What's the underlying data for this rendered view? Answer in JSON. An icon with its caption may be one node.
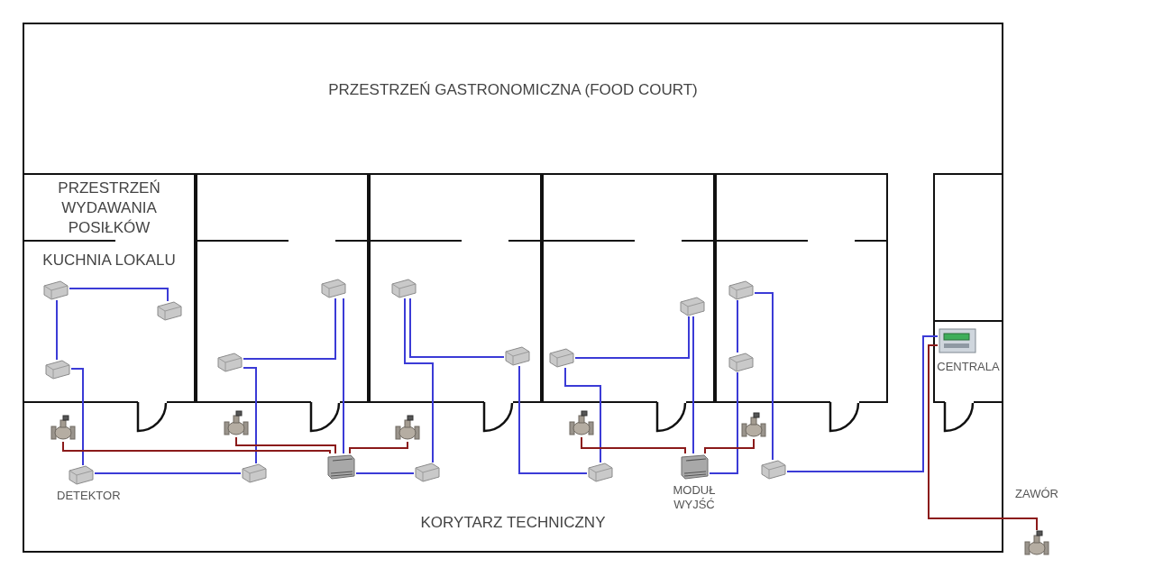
{
  "diagram": {
    "nodes": [
      {
        "text": [
          "PRZESTRZEŃ GASTRONOMICZNA (FOOD COURT)"
        ]
      },
      {
        "text": [
          "PRZESTRZEŃ WYDAWANIA POSIŁKÓW"
        ]
      },
      {
        "text": [],
        "shape": "box"
      },
      {
        "text": [],
        "shape": "box"
      },
      {
        "text": [],
        "shape": "box"
      },
      {
        "text": [],
        "shape": "box"
      },
      {
        "text": [],
        "shape": "box"
      },
      {
        "text": [
          "KUCHNIA LOKALU"
        ]
      },
      {
        "text": [],
        "shape": "picture",
        "in": 7
      },
      {
        "text": [],
        "shape": "picture",
        "in": 7
      },
      {
        "text": [],
        "shape": "picture",
        "in": 7
      },
      {
        "text": [],
        "shape": "box"
      },
      {
        "text": [],
        "shape": "picture",
        "in": 11
      },
      {
        "text": [],
        "shape": "picture",
        "in": 11
      },
      {
        "text": [],
        "shape": "box"
      },
      {
        "text": [],
        "shape": "picture",
        "in": 14
      },
      {
        "text": [],
        "shape": "picture",
        "in": 14
      },
      {
        "text": [],
        "shape": "box"
      },
      {
        "text": [],
        "shape": "picture",
        "in": 17
      },
      {
        "text": [],
        "shape": "picture",
        "in": 17
      },
      {
        "text": [],
        "shape": "box"
      },
      {
        "text": [],
        "shape": "picture",
        "in": 20
      },
      {
        "text": [],
        "shape": "picture",
        "in": 20
      },
      {
        "text": [],
        "shape": "box"
      },
      {
        "text": [],
        "shape": "picture",
        "in": 23,
        "beside": [
          "CENTRALA"
        ]
      },
      {
        "text": [
          "KORYTARZ TECHNICZNY"
        ]
      },
      {
        "text": [],
        "shape": "picture",
        "in": 25
      },
      {
        "text": [],
        "shape": "picture",
        "in": 25
      },
      {
        "text": [],
        "shape": "picture",
        "in": 25
      },
      {
        "text": [],
        "shape": "picture",
        "in": 25
      },
      {
        "text": [],
        "shape": "picture",
        "in": 25
      },
      {
        "text": [],
        "shape": "picture",
        "in": 25,
        "beside": [
          "DETEKTOR"
        ]
      },
      {
        "text": [],
        "shape": "picture",
        "in": 25
      },
      {
        "text": [],
        "shape": "picture",
        "in": 25
      },
      {
        "text": [],
        "shape": "picture",
        "in": 25
      },
      {
        "text": [],
        "shape": "picture",
        "in": 25
      },
      {
        "text": [],
        "shape": "picture",
        "in": 25,
        "beside": [
          "MODUŁ WYJŚĆ"
        ]
      },
      {
        "text": [],
        "shape": "picture",
        "in": 25
      },
      {
        "text": [],
        "shape": "picture",
        "beside": [
          "ZAWÓR"
        ]
      }
    ],
    "edges": [
      {
        "from": 9,
        "to": 8,
        "arrow": "none"
      },
      {
        "from": 8,
        "to": 10,
        "arrow": "none"
      },
      {
        "from": 10,
        "to": 31,
        "arrow": "none"
      },
      {
        "from": 31,
        "to": 32,
        "arrow": "none"
      },
      {
        "from": 32,
        "to": 13,
        "arrow": "none"
      },
      {
        "from": 13,
        "to": 12,
        "arrow": "none"
      },
      {
        "from": 12,
        "to": 33,
        "arrow": "none"
      },
      {
        "from": 33,
        "to": 34,
        "arrow": "none"
      },
      {
        "from": 34,
        "to": 15,
        "arrow": "none"
      },
      {
        "from": 15,
        "to": 16,
        "arrow": "none"
      },
      {
        "from": 16,
        "to": 35,
        "arrow": "none"
      },
      {
        "from": 35,
        "to": 19,
        "arrow": "none"
      },
      {
        "from": 19,
        "to": 18,
        "arrow": "none"
      },
      {
        "from": 18,
        "to": 36,
        "arrow": "none"
      },
      {
        "from": 36,
        "to": 22,
        "arrow": "none"
      },
      {
        "from": 22,
        "to": 21,
        "arrow": "none"
      },
      {
        "from": 21,
        "to": 37,
        "arrow": "none"
      },
      {
        "from": 37,
        "to": 24,
        "arrow": "none"
      },
      {
        "from": 26,
        "to": 33,
        "arrow": "none",
        "color": "#8b1a1a"
      },
      {
        "from": 27,
        "to": 33,
        "arrow": "none",
        "color": "#8b1a1a"
      },
      {
        "from": 28,
        "to": 33,
        "arrow": "none",
        "color": "#8b1a1a"
      },
      {
        "from": 29,
        "to": 36,
        "arrow": "none",
        "color": "#8b1a1a"
      },
      {
        "from": 30,
        "to": 36,
        "arrow": "none",
        "color": "#8b1a1a"
      },
      {
        "from": 24,
        "to": 38,
        "arrow": "none",
        "color": "#8b1a1a"
      }
    ]
  }
}
